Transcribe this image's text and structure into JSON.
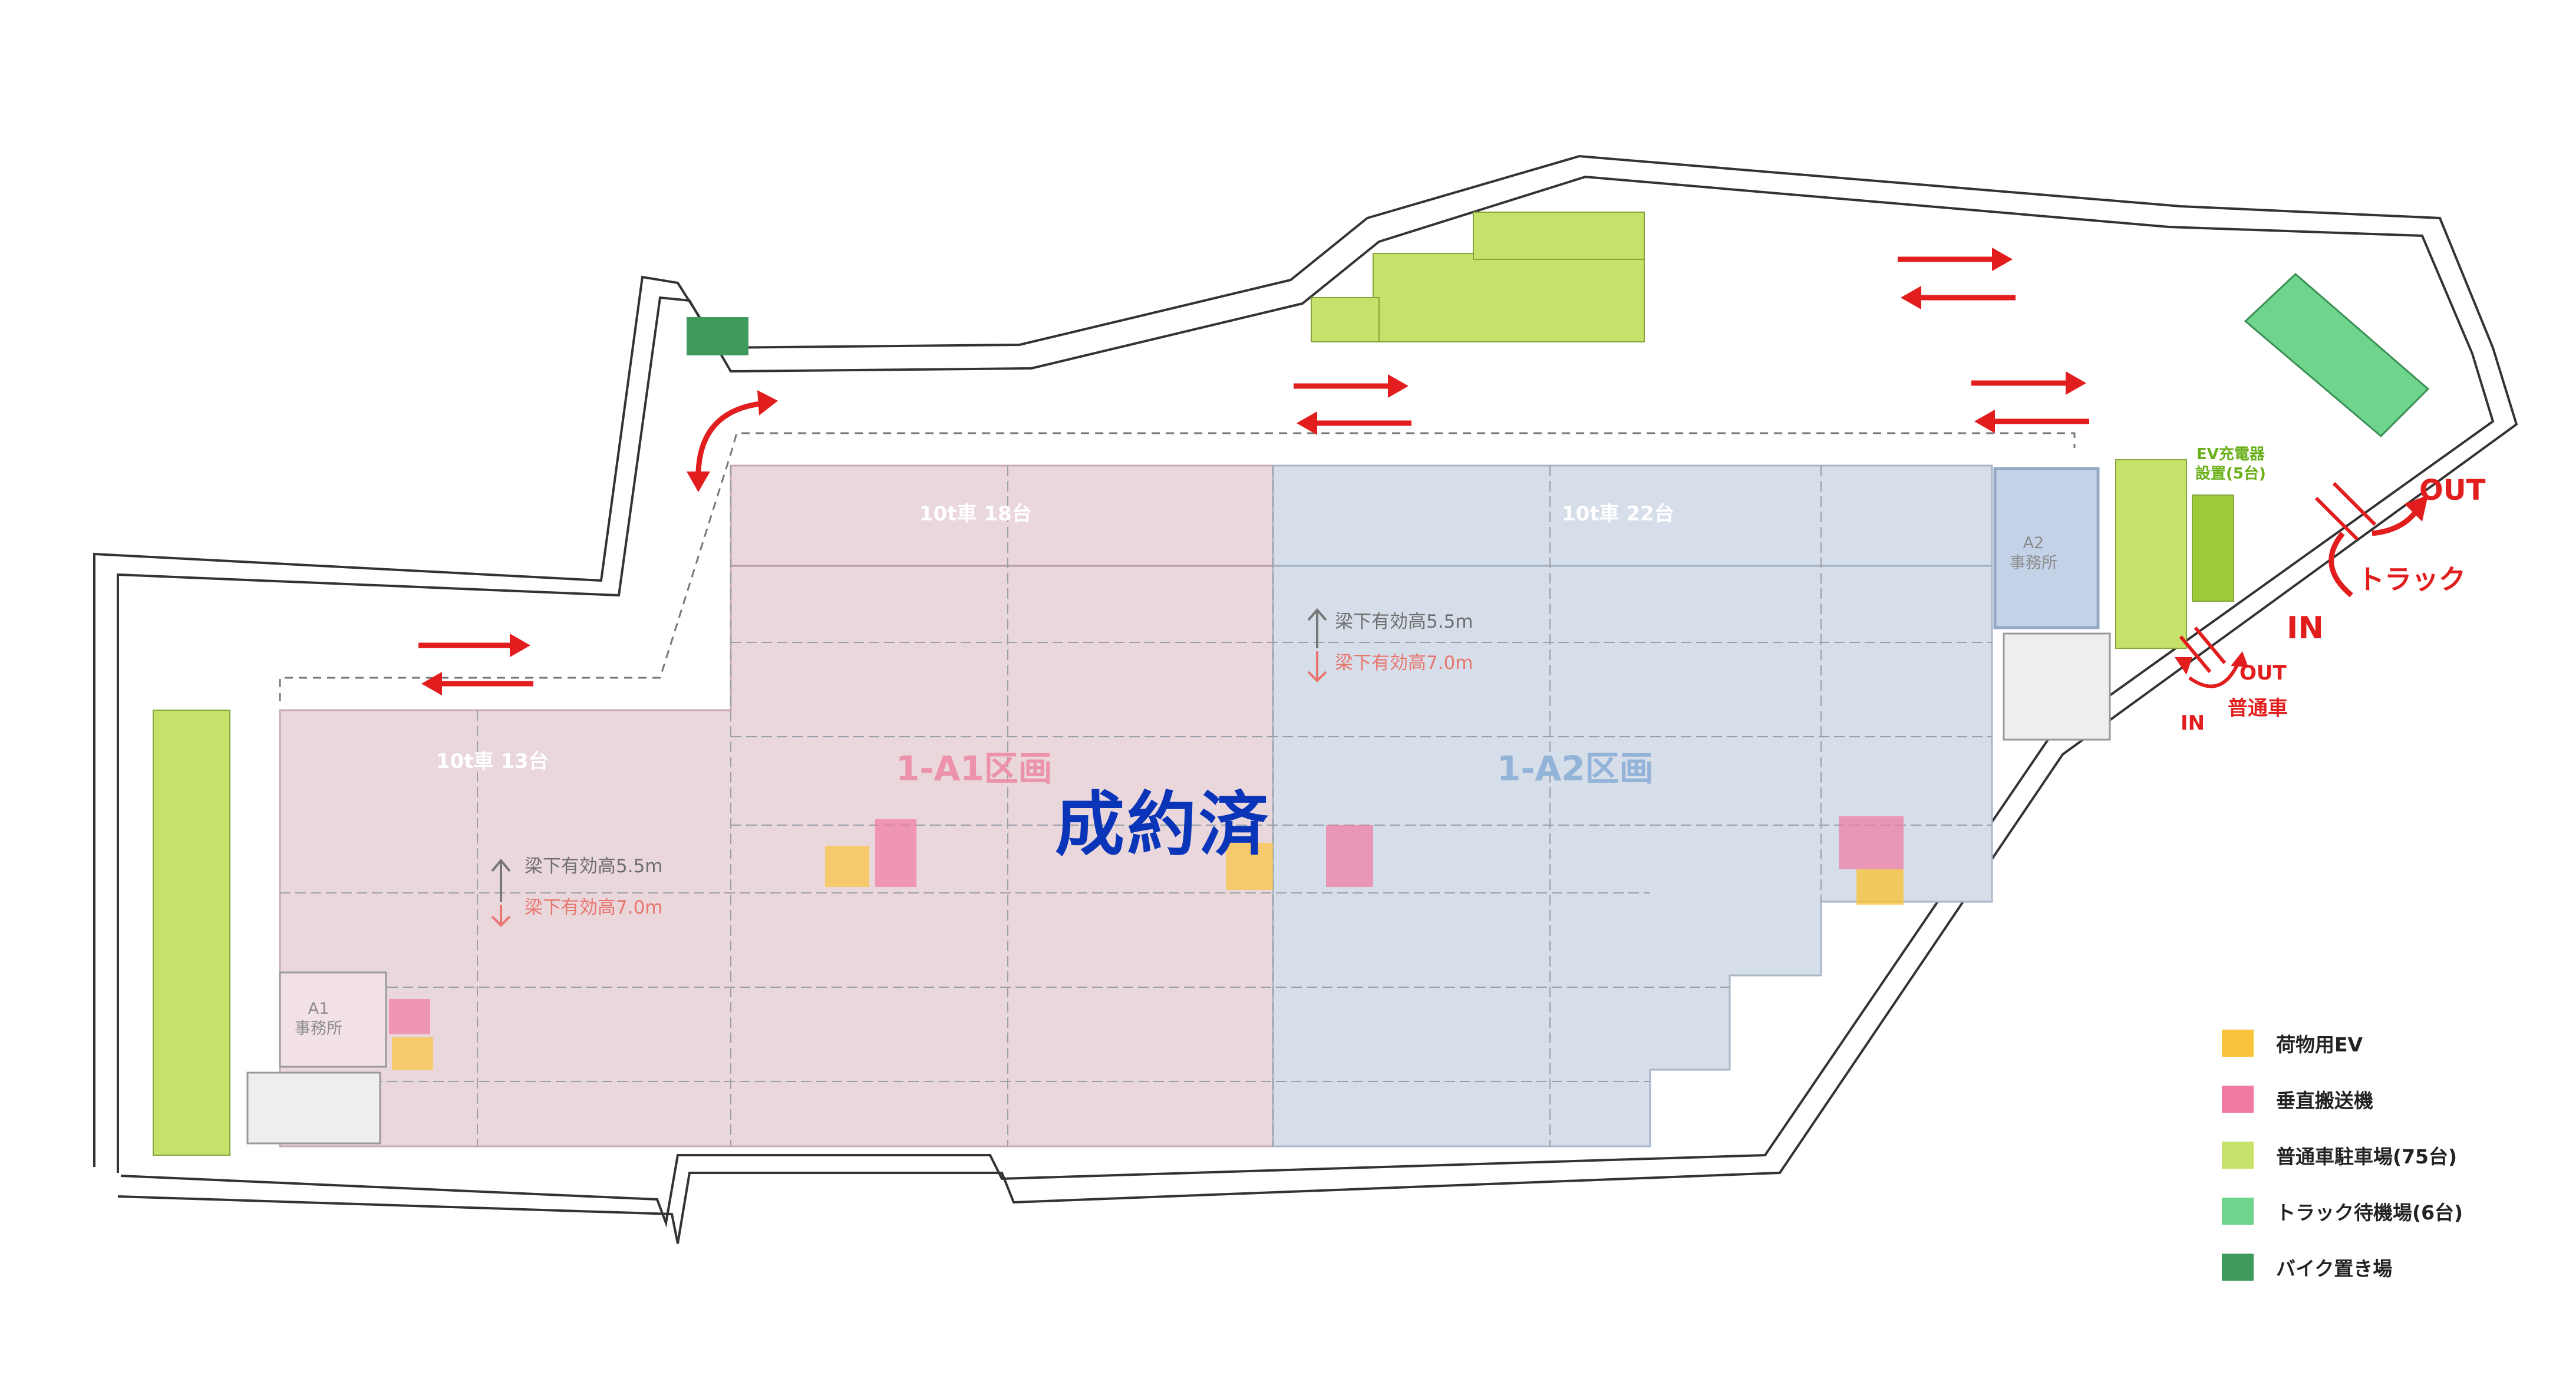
{
  "zones": {
    "a1_trucks": "10t車 18台",
    "a2_trucks": "10t車 22台",
    "a1_west_trucks": "10t車 13台"
  },
  "sections": {
    "a1": "1-A1区画",
    "a2": "1-A2区画",
    "contract": "成約済"
  },
  "clearance": {
    "beam_low": "梁下有効高5.5m",
    "beam_high": "梁下有効高7.0m"
  },
  "offices": {
    "a1_name": "A1",
    "a2_name": "A2",
    "office_label": "事務所"
  },
  "ev_charger": {
    "line1": "EV充電器",
    "line2": "設置(5台)"
  },
  "flow": {
    "truck_out": "OUT",
    "truck_label": "トラック",
    "truck_in": "IN",
    "car_out": "OUT",
    "car_label": "普通車",
    "car_in": "IN"
  },
  "legend": [
    {
      "label": "荷物用EV",
      "color": "#f9c33c"
    },
    {
      "label": "垂直搬送機",
      "color": "#f07aa0"
    },
    {
      "label": "普通車駐車場(75台)",
      "color": "#c6e26a"
    },
    {
      "label": "トラック待機場(6台)",
      "color": "#6fd48c"
    },
    {
      "label": "バイク置き場",
      "color": "#3f9a5e"
    }
  ],
  "colors": {
    "a1_zone": "#ead7dc",
    "a2_zone": "#d6dee9",
    "a1_text": "#ec93ab",
    "a2_text": "#93b3d8",
    "contract": "#0a35b8",
    "arrow": "#e21d1d",
    "parking": "#c6e26a",
    "truck_wait": "#6fd48c",
    "bike": "#3f9a5e"
  }
}
